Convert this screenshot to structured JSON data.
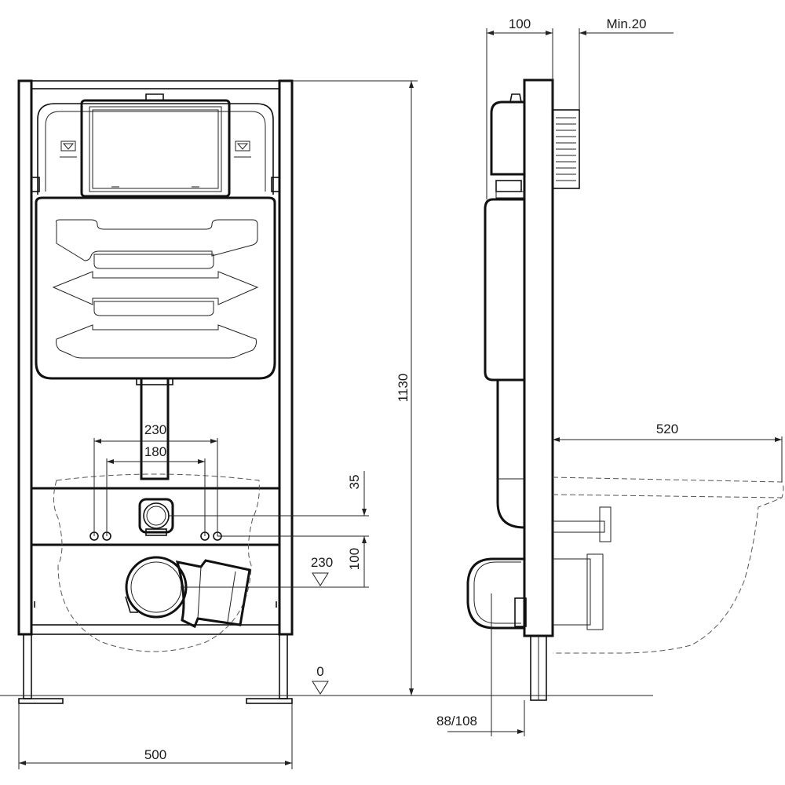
{
  "dimensions": {
    "width_total": "500",
    "height_total": "1130",
    "depth_frame": "100",
    "min_gap": "Min.20",
    "bowl_length": "520",
    "bolt_spacing_outer": "230",
    "bolt_spacing_inner": "180",
    "inlet_offset": "35",
    "bolt_to_drain": "100",
    "drain_height": "230",
    "floor_level": "0",
    "drain_pipe_size": "88/108"
  }
}
